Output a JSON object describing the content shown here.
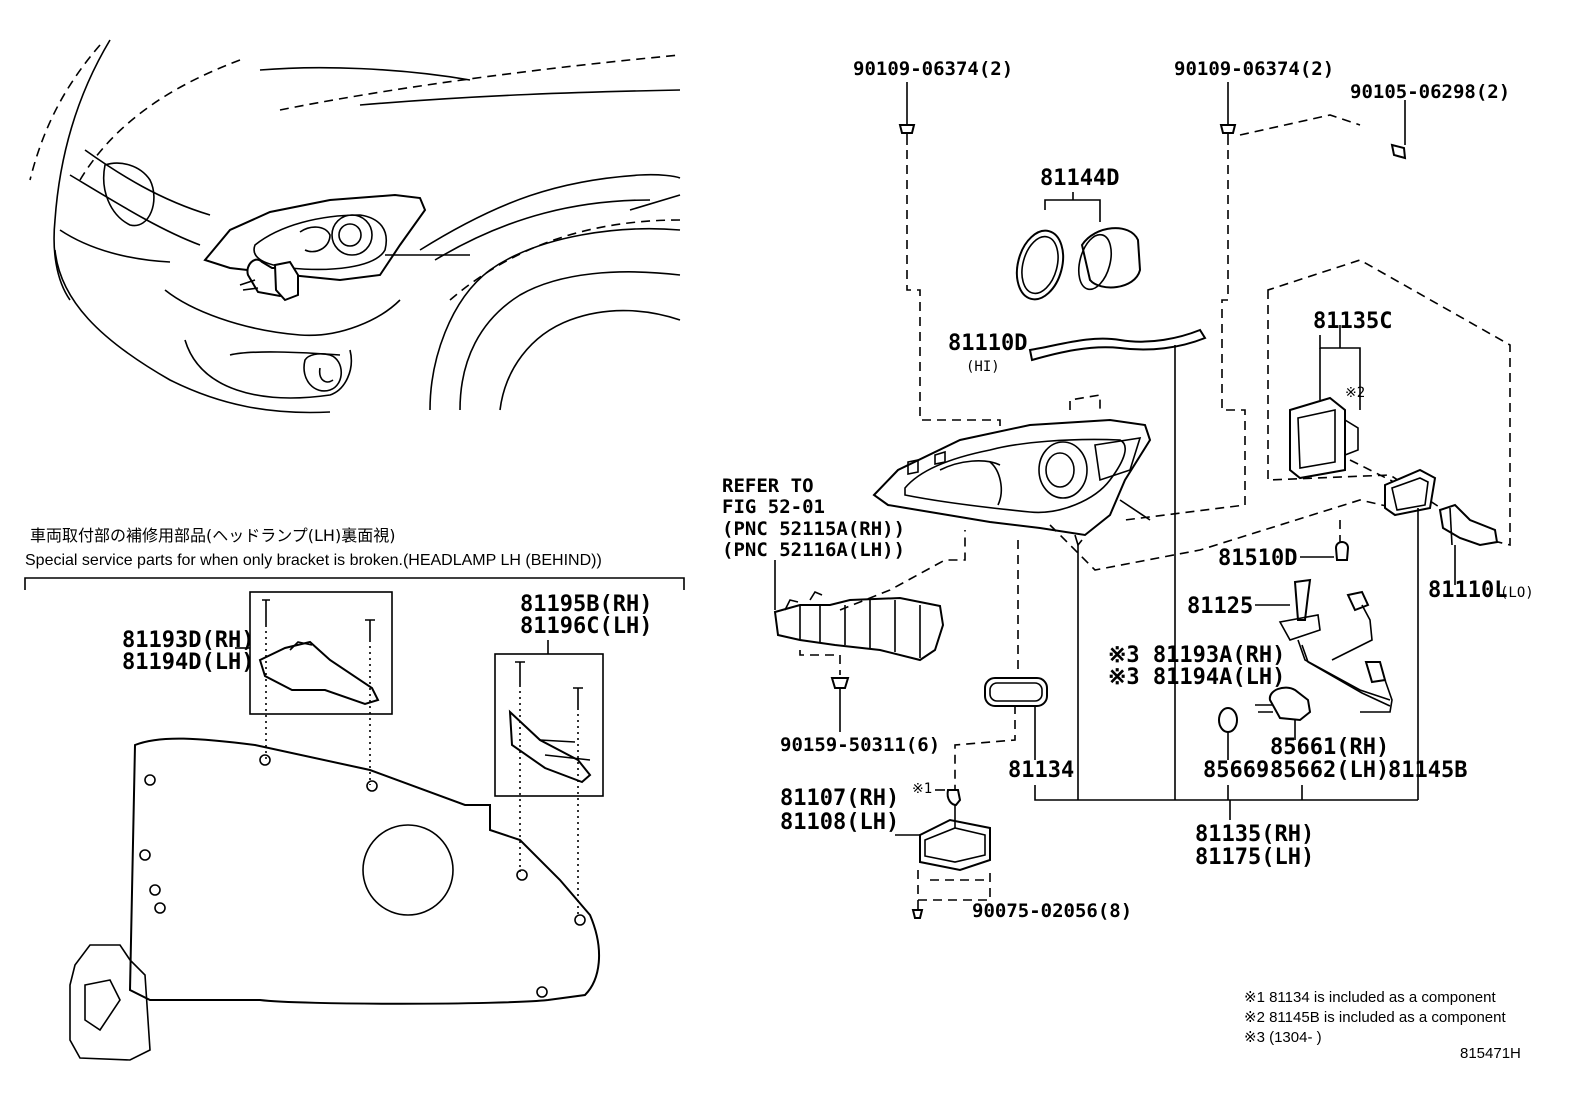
{
  "labels": {
    "p90109_left": "90109-06374(2)",
    "p90109_right": "90109-06374(2)",
    "p90105": "90105-06298(2)",
    "p81144D": "81144D",
    "p81110D": "81110D",
    "p81110D_sub": "(HI)",
    "p81135C": "81135C",
    "p81135C_note": "※2",
    "refer_line1": "REFER TO",
    "refer_line2": "FIG 52-01",
    "refer_line3": "(PNC 52115A(RH))",
    "refer_line4": "(PNC 52116A(LH))",
    "p81510D": "81510D",
    "p81110L": "81110L",
    "p81110L_sub": "(LO)",
    "p81125": "81125",
    "p81193A": "※3 81193A(RH)",
    "p81194A": "※3 81194A(LH)",
    "p90159": "90159-50311(6)",
    "p81134": "81134",
    "p85669": "85669",
    "p85661": "85661(RH)",
    "p85662": "85662(LH)",
    "p81145B": "81145B",
    "p81107": "81107(RH)",
    "p81108": "81108(LH)",
    "p81107_note": "※1",
    "p81135": "81135(RH)",
    "p81175": "81175(LH)",
    "p90075": "90075-02056(8)",
    "p81193D": "81193D(RH)",
    "p81194D": "81194D(LH)",
    "p81195B": "81195B(RH)",
    "p81196C": "81196C(LH)"
  },
  "service_note": {
    "japanese": "車両取付部の補修用部品(ヘッドランプ(LH)裏面視)",
    "english": "Special service parts for when only bracket is broken.(HEADLAMP LH (BEHIND))"
  },
  "footnotes": [
    {
      "mark": "※1",
      "text": "81134 is included as a component"
    },
    {
      "mark": "※2",
      "text": "81145B is included as a component"
    },
    {
      "mark": "※3",
      "text": "(1304-        )"
    }
  ],
  "figure_code": "815471H"
}
